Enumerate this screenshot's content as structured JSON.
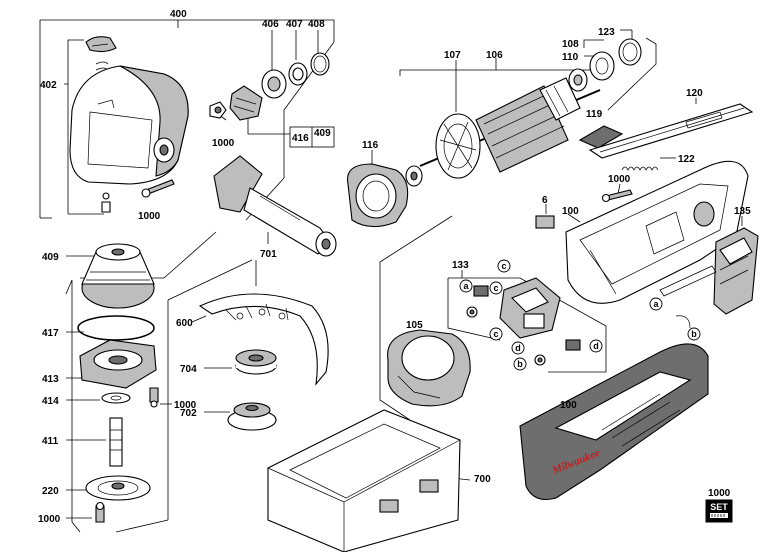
{
  "labels": {
    "l400": "400",
    "l402": "402",
    "l406": "406",
    "l407": "407",
    "l408": "408",
    "l1000_a": "1000",
    "l416": "416",
    "l409_a": "409",
    "l1000_b": "1000",
    "l107": "107",
    "l106": "106",
    "l108": "108",
    "l110": "110",
    "l123": "123",
    "l119": "119",
    "l120": "120",
    "l116": "116",
    "l122": "122",
    "l1000_c": "1000",
    "l6": "6",
    "l100_a": "100",
    "l135": "135",
    "l701": "701",
    "l409_b": "409",
    "l133": "133",
    "l600": "600",
    "l417": "417",
    "l105": "105",
    "l413": "413",
    "l704": "704",
    "l414": "414",
    "l1000_d": "1000",
    "l702": "702",
    "l100_b": "100",
    "l411": "411",
    "l700": "700",
    "l220": "220",
    "l1000_e": "1000",
    "l1000_f": "1000"
  },
  "badges": {
    "c1": "c",
    "c2": "c",
    "c3": "c",
    "a1": "a",
    "a2": "a",
    "d1": "d",
    "d2": "d",
    "b1": "b",
    "b2": "b"
  },
  "set_badge": "SET",
  "brand": "Milwaukee"
}
